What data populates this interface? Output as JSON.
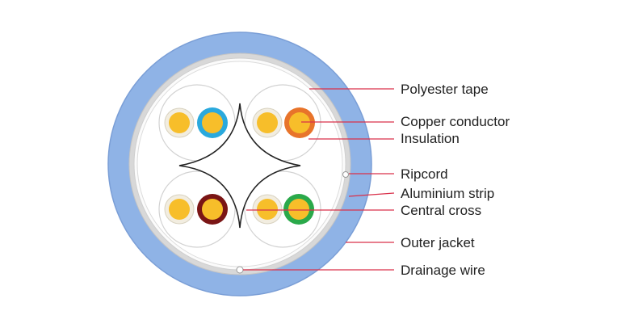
{
  "labels": {
    "polyester_tape": "Polyester tape",
    "copper_conductor": "Copper conductor",
    "insulation": "Insulation",
    "ripcord": "Ripcord",
    "aluminium_strip": "Aluminium strip",
    "central_cross": "Central cross",
    "outer_jacket": "Outer jacket",
    "drainage_wire": "Drainage wire"
  },
  "colors": {
    "outer_jacket": "#8fb3e6",
    "jacket_edge": "#7a9ed6",
    "aluminium_strip": "#d8d8d8",
    "tape": "#f4f4f4",
    "copper": "#f7be2a",
    "insulation_white": "#f2ede0",
    "insulation_blue": "#2aa9dd",
    "insulation_orange": "#e8742a",
    "insulation_brown": "#7a1515",
    "insulation_green": "#2aa94a",
    "leader_line": "#d9304a"
  },
  "pairs": [
    {
      "name": "pair-top-left",
      "colored_insulation": "blue"
    },
    {
      "name": "pair-top-right",
      "colored_insulation": "orange"
    },
    {
      "name": "pair-bottom-left",
      "colored_insulation": "brown"
    },
    {
      "name": "pair-bottom-right",
      "colored_insulation": "green"
    }
  ]
}
